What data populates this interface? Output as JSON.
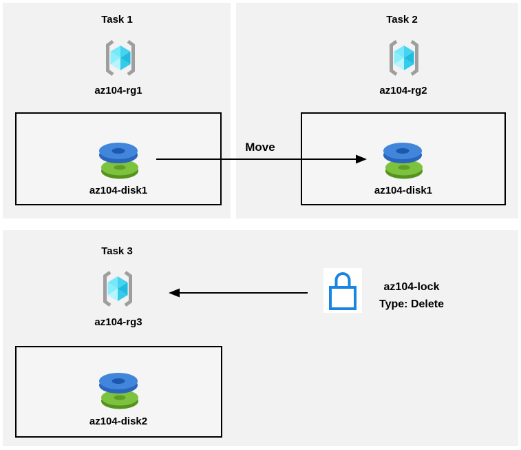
{
  "tasks": [
    {
      "title": "Task 1",
      "resource_group": "az104-rg1",
      "disk": "az104-disk1"
    },
    {
      "title": "Task 2",
      "resource_group": "az104-rg2",
      "disk": "az104-disk1"
    },
    {
      "title": "Task 3",
      "resource_group": "az104-rg3",
      "disk": "az104-disk2"
    }
  ],
  "move_arrow": {
    "label": "Move"
  },
  "lock": {
    "name": "az104-lock",
    "type": "Type: Delete"
  },
  "colors": {
    "panel_bg": "#f2f2f2",
    "disk_box_bg": "#f5f5f5",
    "box_border": "#000000",
    "arrow": "#000000",
    "text": "#000000",
    "lock_blue": "#1a85e0",
    "bracket_gray": "#9e9e9e",
    "cube_cyan_light": "#76e8f9",
    "cube_cyan_dark": "#1fbce0",
    "disk_blue_top": "#4186db",
    "disk_blue_side": "#2a65bd",
    "disk_green_top": "#7dc23e",
    "disk_green_side": "#55931e"
  }
}
